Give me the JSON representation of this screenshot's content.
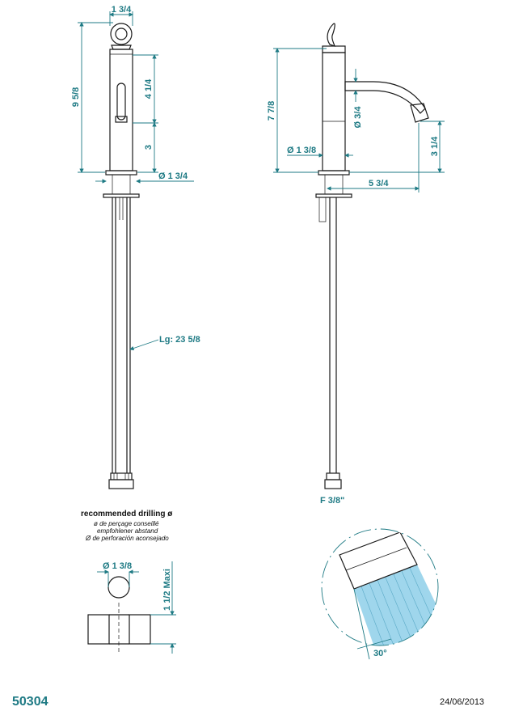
{
  "front_view": {
    "dim_width_top": "1 3/4",
    "dim_height_total": "9 5/8",
    "dim_upper": "4 1/4",
    "dim_lower": "3",
    "dim_base_diameter": "Ø  1 3/4",
    "hose_length": "Lg: 23 5/8"
  },
  "side_view": {
    "dim_height": "7 7/8",
    "dim_spout_diameter": "Ø  3/4",
    "dim_body_diameter": "Ø  1 3/8",
    "dim_spout_drop": "3 1/4",
    "dim_reach": "5 3/4",
    "connector": "F 3/8\""
  },
  "drilling": {
    "title": "recommended drilling ø",
    "lines": [
      "ø de perçage conseillé",
      "empfohlener abstand",
      "Ø de perforación aconsejado"
    ],
    "hole_diameter": "Ø  1 3/8",
    "max_thickness": "1 1/2  Maxi"
  },
  "detail": {
    "angle": "30°"
  },
  "footer": {
    "code": "50304",
    "date": "24/06/2013"
  },
  "colors": {
    "dimension": "#1e7a84",
    "line": "#1a1a1a",
    "water": "#9fd6ec"
  }
}
